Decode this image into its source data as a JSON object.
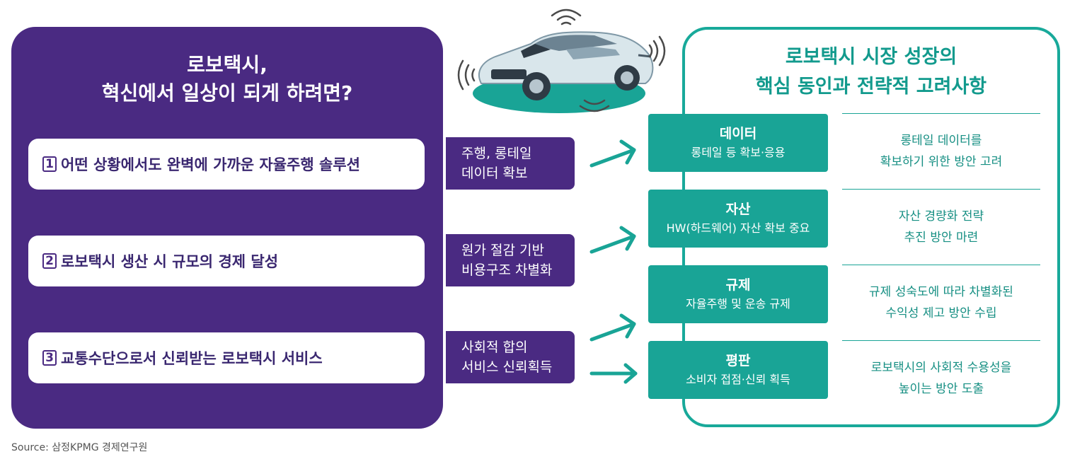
{
  "left": {
    "title_line1": "로보택시,",
    "title_line2": "혁신에서 일상이 되게 하려면?",
    "solutions": [
      {
        "num": "1",
        "text": "어떤 상황에서도 완벽에 가까운 자율주행 솔루션"
      },
      {
        "num": "2",
        "text": "로보택시 생산 시 규모의 경제 달성"
      },
      {
        "num": "3",
        "text": "교통수단으로서 신뢰받는 로보택시 서비스"
      }
    ]
  },
  "tags": [
    {
      "line1": "주행, 롱테일",
      "line2": "데이터 확보"
    },
    {
      "line1": "원가 절감 기반",
      "line2": "비용구조 차별화"
    },
    {
      "line1": "사회적 합의",
      "line2": "서비스 신뢰획득"
    }
  ],
  "right": {
    "title_line1": "로보택시 시장 성장의",
    "title_line2": "핵심 동인과 전략적 고려사항",
    "drivers": [
      {
        "name": "데이터",
        "desc": "롱테일 등 확보·응용"
      },
      {
        "name": "자산",
        "desc": "HW(하드웨어) 자산 확보 중요"
      },
      {
        "name": "규제",
        "desc": "자율주행 및 운송 규제"
      },
      {
        "name": "평판",
        "desc": "소비자 접점·신뢰 획득"
      }
    ],
    "considerations": [
      {
        "line1": "롱테일 데이터를",
        "line2": "확보하기 위한 방안 고려"
      },
      {
        "line1": "자산 경량화 전략",
        "line2": "추진 방안 마련"
      },
      {
        "line1": "규제 성숙도에 따라 차별화된",
        "line2": "수익성 제고 방안 수립"
      },
      {
        "line1": "로보택시의  사회적 수용성을",
        "line2": "높이는 방안 도출"
      }
    ]
  },
  "source": "Source: 삼정KPMG 경제연구원",
  "colors": {
    "purple": "#4a2a82",
    "teal": "#19a496",
    "teal_text": "#129a8d"
  },
  "icons": [
    "car-icon",
    "wireless-signal-icon",
    "arrow-right-icon"
  ]
}
